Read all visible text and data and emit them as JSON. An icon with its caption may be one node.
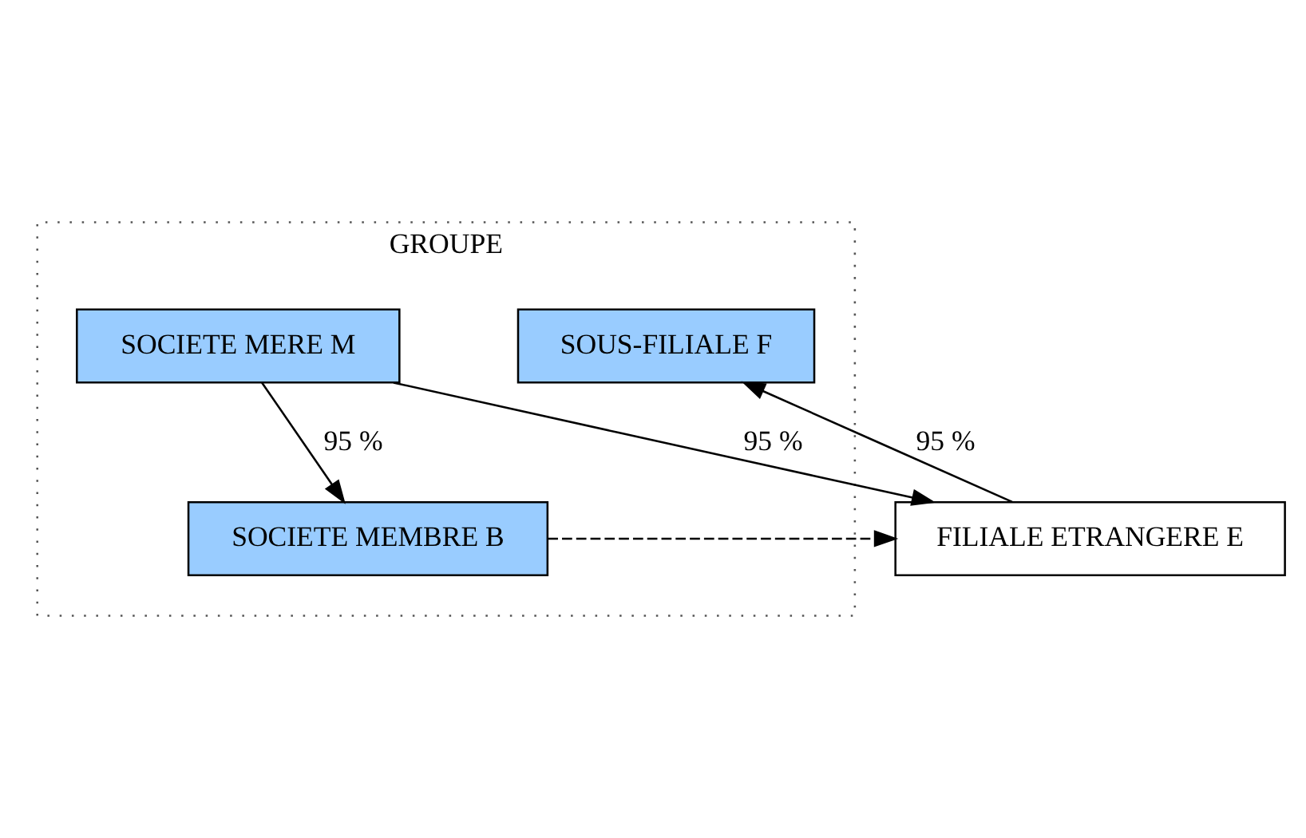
{
  "diagram": {
    "nodes": [
      {
        "text": [
          "GROUPE"
        ]
      },
      {
        "text": [
          "SOCIETE MERE M"
        ],
        "in": 0
      },
      {
        "text": [
          "SOCIETE MEMBRE B"
        ],
        "in": 0
      },
      {
        "text": [
          "SOUS-FILIALE F"
        ],
        "in": 0
      },
      {
        "text": [
          "FILIALE ETRANGERE E"
        ]
      }
    ],
    "edges": [
      {
        "from": 1,
        "to": 2,
        "arrow": "to",
        "label": "95 %"
      },
      {
        "from": 1,
        "to": 4,
        "arrow": "to",
        "label": "95 %"
      },
      {
        "from": 2,
        "to": 4,
        "arrow": "to",
        "style": "dashed"
      },
      {
        "from": 4,
        "to": 3,
        "arrow": "to",
        "label": "95 %"
      }
    ]
  }
}
